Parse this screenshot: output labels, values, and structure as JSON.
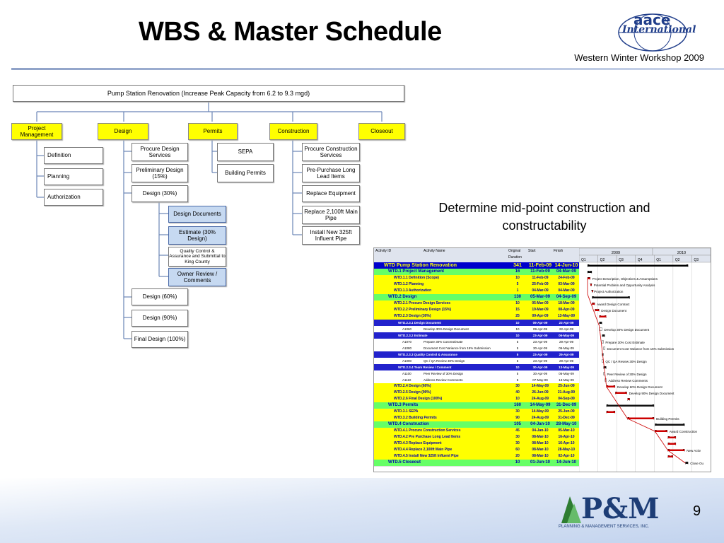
{
  "slide": {
    "title": "WBS & Master Schedule",
    "subtitle": "Western Winter Workshop 2009",
    "page_number": "9",
    "note": "Determine mid-point construction and constructability",
    "logo_top": {
      "line1": "aace",
      "line2": "International"
    },
    "logo_bottom": {
      "mark": "P&M",
      "tagline": "PLANNING & MANAGEMENT SERVICES, INC."
    }
  },
  "wbs": {
    "root": "Pump Station Renovation (Increase Peak Capacity  from 6.2 to 9.3 mgd)",
    "level1": [
      "Project Management",
      "Design",
      "Permits",
      "Construction",
      "Closeout"
    ],
    "pm_children": [
      "Definition",
      "Planning",
      "Authorization"
    ],
    "design_children": [
      "Procure Design Services",
      "Preliminary Design (15%)",
      "Design (30%)",
      "Design (60%)",
      "Design (90%)",
      "Final Design (100%)"
    ],
    "design30_children": [
      "Design Documents",
      "Estimate (30% Design)",
      "Quality Control & Assurance and Submittal to King County",
      "Owner Review / Comments"
    ],
    "permits_children": [
      "SEPA",
      "Building Permits"
    ],
    "construction_children": [
      "Procure Construction Services",
      "Pre-Purchase Long Lead Items",
      "Replace Equipment",
      "Replace 2,100ft Main Pipe",
      "Install New 325ft Influent Pipe"
    ]
  },
  "gantt": {
    "headers": [
      "Activity ID",
      "Activity Name",
      "Original Duration",
      "Start",
      "Finish"
    ],
    "years": [
      "2009",
      "2010"
    ],
    "quarters": [
      "Q1",
      "Q2",
      "Q3",
      "Q4",
      "Q1",
      "Q2",
      "Q3"
    ],
    "rows": [
      {
        "id": "WTD  Pump Station Renovation",
        "name": "",
        "dur": "341",
        "start": "11-Feb-09",
        "finish": "14-Jun-10",
        "style": "top"
      },
      {
        "id": "WTD.1  Project Management",
        "name": "",
        "dur": "16",
        "start": "11-Feb-09",
        "finish": "04-Mar-09",
        "style": "l1"
      },
      {
        "id": "WTD.1.1  Definition (Scope)",
        "name": "",
        "dur": "10",
        "start": "11-Feb-09",
        "finish": "24-Feb-09",
        "style": "l2"
      },
      {
        "id": "WTD.1.2  Planning",
        "name": "",
        "dur": "5",
        "start": "25-Feb-09",
        "finish": "03-Mar-09",
        "style": "l2"
      },
      {
        "id": "WTD.1.3  Authorization",
        "name": "",
        "dur": "1",
        "start": "04-Mar-09",
        "finish": "04-Mar-09",
        "style": "l2"
      },
      {
        "id": "WTD.2  Design",
        "name": "",
        "dur": "130",
        "start": "05-Mar-09",
        "finish": "04-Sep-09",
        "style": "l1"
      },
      {
        "id": "WTD.2.1  Procure Design Services",
        "name": "",
        "dur": "10",
        "start": "05-Mar-09",
        "finish": "18-Mar-09",
        "style": "l2"
      },
      {
        "id": "WTD.2.2  Preliminary Design (15%)",
        "name": "",
        "dur": "15",
        "start": "19-Mar-09",
        "finish": "08-Apr-09",
        "style": "l2"
      },
      {
        "id": "WTD.2.3  Design (30%)",
        "name": "",
        "dur": "25",
        "start": "09-Apr-09",
        "finish": "13-May-09",
        "style": "l2"
      },
      {
        "id": "WTD.2.3.1  Design Document",
        "name": "",
        "dur": "10",
        "start": "09-Apr-09",
        "finish": "22-Apr-09",
        "style": "l3"
      },
      {
        "id": "A1060",
        "name": "Develop 30% Design Document",
        "dur": "10",
        "start": "09-Apr-09",
        "finish": "22-Apr-09",
        "style": "act"
      },
      {
        "id": "WTD.2.3.2  Estimate",
        "name": "",
        "dur": "10",
        "start": "23-Apr-09",
        "finish": "06-May-09",
        "style": "l3"
      },
      {
        "id": "A1070",
        "name": "Prepare 30% Cost Estimate",
        "dur": "5",
        "start": "23-Apr-09",
        "finish": "29-Apr-09",
        "style": "act"
      },
      {
        "id": "A1080",
        "name": "Document Cost Variance from 15% Submission",
        "dur": "5",
        "start": "30-Apr-09",
        "finish": "06-May-09",
        "style": "act"
      },
      {
        "id": "WTD.2.3.3  Quality Control & Assurance",
        "name": "",
        "dur": "5",
        "start": "23-Apr-09",
        "finish": "29-Apr-09",
        "style": "l3"
      },
      {
        "id": "A1090",
        "name": "QC / QA Review 30% Design",
        "dur": "5",
        "start": "23-Apr-09",
        "finish": "29-Apr-09",
        "style": "act"
      },
      {
        "id": "WTD.2.3.4  Team Review / Comment",
        "name": "",
        "dur": "10",
        "start": "30-Apr-09",
        "finish": "13-May-09",
        "style": "l3"
      },
      {
        "id": "A1100",
        "name": "Peer Review of 30% Design",
        "dur": "5",
        "start": "30-Apr-09",
        "finish": "06-May-09",
        "style": "act"
      },
      {
        "id": "A1110",
        "name": "Address Review Comments",
        "dur": "5",
        "start": "07-May-09",
        "finish": "13-May-09",
        "style": "act"
      },
      {
        "id": "WTD.2.4  Design (60%)",
        "name": "",
        "dur": "30",
        "start": "14-May-09",
        "finish": "25-Jun-09",
        "style": "l2"
      },
      {
        "id": "WTD.2.5  Design (90%)",
        "name": "",
        "dur": "40",
        "start": "26-Jun-09",
        "finish": "21-Aug-09",
        "style": "l2"
      },
      {
        "id": "WTD.2.6  Final Design (100%)",
        "name": "",
        "dur": "10",
        "start": "24-Aug-09",
        "finish": "04-Sep-09",
        "style": "l2"
      },
      {
        "id": "WTD.3  Permits",
        "name": "",
        "dur": "160",
        "start": "14-May-09",
        "finish": "31-Dec-09",
        "style": "l1"
      },
      {
        "id": "WTD.3.1  SEPA",
        "name": "",
        "dur": "30",
        "start": "14-May-09",
        "finish": "25-Jun-09",
        "style": "l2"
      },
      {
        "id": "WTD.3.2  Building Permits",
        "name": "",
        "dur": "90",
        "start": "24-Aug-09",
        "finish": "31-Dec-09",
        "style": "l2"
      },
      {
        "id": "WTD.4  Construction",
        "name": "",
        "dur": "105",
        "start": "04-Jan-10",
        "finish": "28-May-10",
        "style": "l1"
      },
      {
        "id": "WTD.4.1  Procure Construction Services",
        "name": "",
        "dur": "45",
        "start": "04-Jan-10",
        "finish": "05-Mar-10",
        "style": "l2"
      },
      {
        "id": "WTD.4.2  Pre Purchase Long Lead Items",
        "name": "",
        "dur": "30",
        "start": "08-Mar-10",
        "finish": "16-Apr-10",
        "style": "l2"
      },
      {
        "id": "WTD.4.3  Replace Equipment",
        "name": "",
        "dur": "30",
        "start": "08-Mar-10",
        "finish": "16-Apr-10",
        "style": "l2"
      },
      {
        "id": "WTD.4.4  Replace 2,100ft Main Pipe",
        "name": "",
        "dur": "60",
        "start": "08-Mar-10",
        "finish": "28-May-10",
        "style": "l2"
      },
      {
        "id": "WTD.4.5  Install New 325ft Influent Pipe",
        "name": "",
        "dur": "20",
        "start": "08-Mar-10",
        "finish": "02-Apr-10",
        "style": "l2"
      },
      {
        "id": "WTD.5  Closeout",
        "name": "",
        "dur": "10",
        "start": "01-Jun-10",
        "finish": "14-Jun-10",
        "style": "l1"
      }
    ],
    "bar_labels": [
      {
        "row": 2,
        "text": "Project Description, Objectives & Assumptions"
      },
      {
        "row": 3,
        "text": "Potential Problem and Opportunity Analysis"
      },
      {
        "row": 4,
        "text": "Project Authorization"
      },
      {
        "row": 6,
        "text": "Award Design Contract"
      },
      {
        "row": 7,
        "text": "Design Document"
      },
      {
        "row": 10,
        "text": "Develop 30% Design Document"
      },
      {
        "row": 12,
        "text": "Prepare 30% Cost Estimate"
      },
      {
        "row": 13,
        "text": "Document Cost Variance from 15% Submission"
      },
      {
        "row": 15,
        "text": "QC / QA Review 30% Design"
      },
      {
        "row": 17,
        "text": "Peer Review of 30% Design"
      },
      {
        "row": 18,
        "text": "Address Review Comments"
      },
      {
        "row": 19,
        "text": "Develop 60% Design Document"
      },
      {
        "row": 20,
        "text": "Develop 90% Design Document"
      },
      {
        "row": 24,
        "text": "Building Permits"
      },
      {
        "row": 26,
        "text": "Award Construction"
      },
      {
        "row": 29,
        "text": "New Activ"
      },
      {
        "row": 31,
        "text": "Close Ou"
      }
    ]
  },
  "colors": {
    "accent_yellow": "#ffff00",
    "gantt_green": "#66ff66",
    "gantt_blue": "#0000cc",
    "bar_red": "#cc0000",
    "wbs_blue": "#c6d9f1"
  }
}
